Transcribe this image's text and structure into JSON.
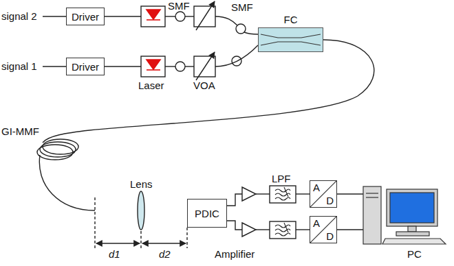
{
  "diagram": {
    "nodes": [
      {
        "text": [
          "Driver"
        ]
      },
      {
        "text": [
          "Driver"
        ]
      },
      {
        "text": [
          "FC"
        ]
      },
      {
        "text": [
          "PDIC"
        ]
      },
      {
        "text": [
          "A",
          "D"
        ]
      },
      {
        "text": [
          "A",
          "D"
        ]
      }
    ],
    "labels": [
      "SMF",
      "signal 2",
      "SMF",
      "signal 1",
      "Laser",
      "VOA",
      "GI-MMF",
      "Lens",
      "LPF",
      "Amplifier",
      "d1",
      "d2",
      "PC"
    ]
  }
}
